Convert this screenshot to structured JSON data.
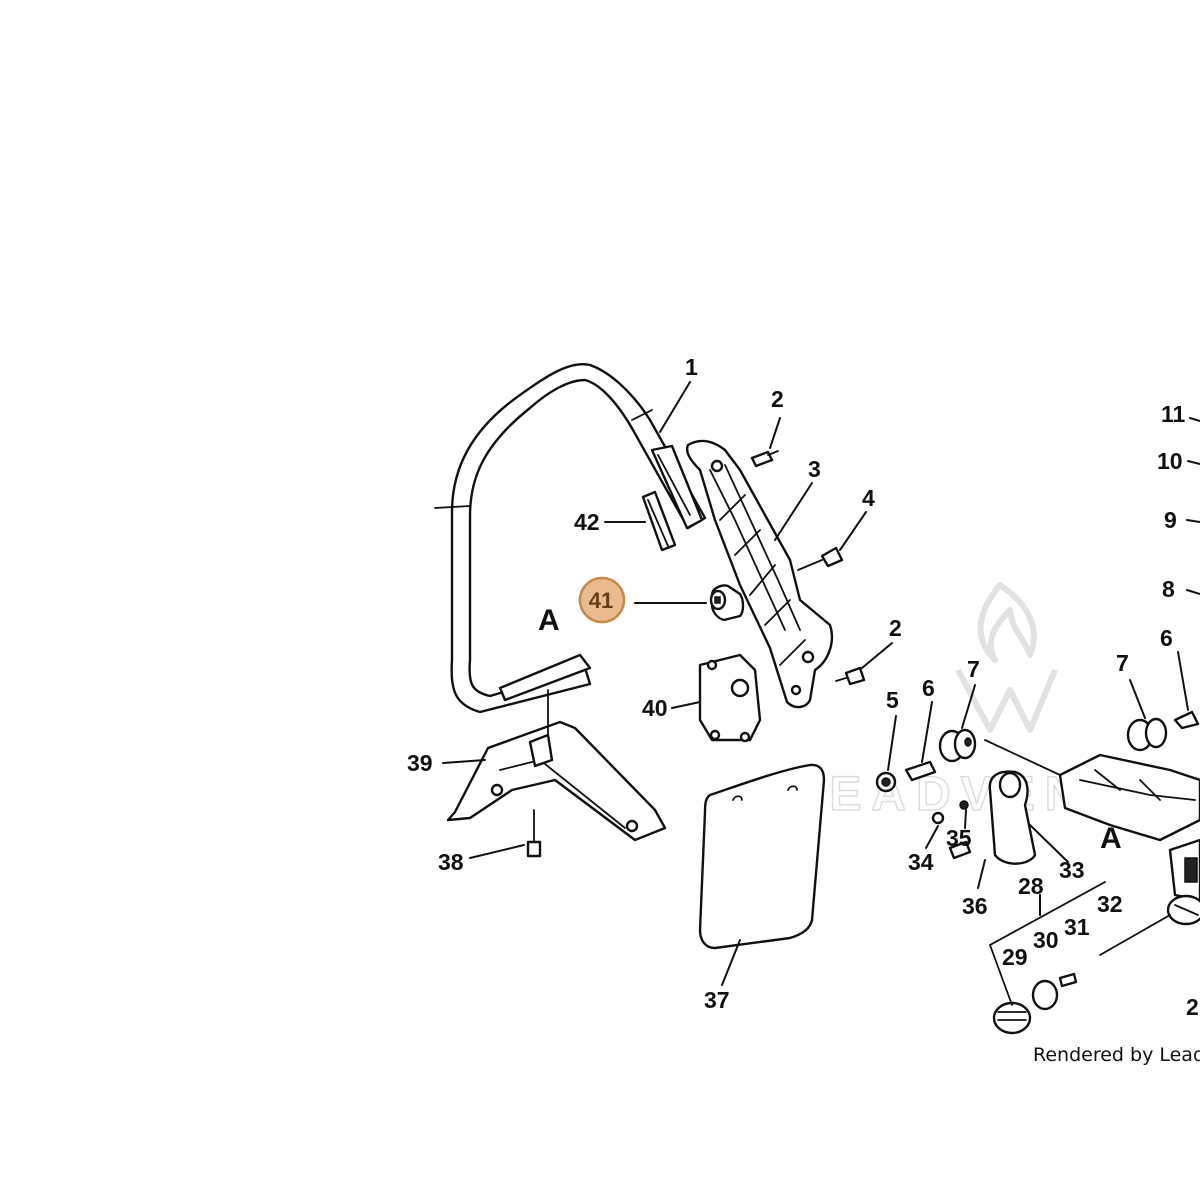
{
  "diagram": {
    "callouts": [
      {
        "id": "1",
        "text": "1"
      },
      {
        "id": "2a",
        "text": "2"
      },
      {
        "id": "2b",
        "text": "2"
      },
      {
        "id": "3",
        "text": "3"
      },
      {
        "id": "4",
        "text": "4"
      },
      {
        "id": "5",
        "text": "5"
      },
      {
        "id": "6a",
        "text": "6"
      },
      {
        "id": "6b",
        "text": "6"
      },
      {
        "id": "7a",
        "text": "7"
      },
      {
        "id": "7b",
        "text": "7"
      },
      {
        "id": "8",
        "text": "8"
      },
      {
        "id": "9",
        "text": "9"
      },
      {
        "id": "10",
        "text": "10"
      },
      {
        "id": "11",
        "text": "11"
      },
      {
        "id": "28",
        "text": "28"
      },
      {
        "id": "29",
        "text": "29"
      },
      {
        "id": "30",
        "text": "30"
      },
      {
        "id": "31",
        "text": "31"
      },
      {
        "id": "32",
        "text": "32"
      },
      {
        "id": "33",
        "text": "33"
      },
      {
        "id": "34",
        "text": "34"
      },
      {
        "id": "35",
        "text": "35"
      },
      {
        "id": "36",
        "text": "36"
      },
      {
        "id": "37",
        "text": "37"
      },
      {
        "id": "38",
        "text": "38"
      },
      {
        "id": "39",
        "text": "39"
      },
      {
        "id": "40",
        "text": "40"
      },
      {
        "id": "42",
        "text": "42"
      },
      {
        "id": "2c",
        "text": "2"
      }
    ],
    "section_markers": [
      {
        "id": "a-left",
        "text": "A"
      },
      {
        "id": "a-right",
        "text": "A"
      }
    ],
    "hotspot": {
      "part_number": "41",
      "color": "#e9b88a",
      "border_color": "#c7833f"
    },
    "watermark": {
      "text": "LEADVENTURE",
      "logo": "flame-logo"
    },
    "footer_text": "Rendered by LeadVe"
  }
}
